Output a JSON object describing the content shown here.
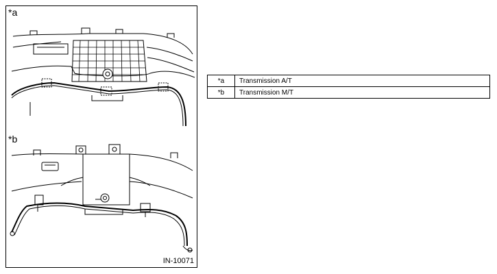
{
  "figure": {
    "callout_a": "*a",
    "callout_b": "*b",
    "figure_id": "IN-10071"
  },
  "legend": [
    {
      "key": "*a",
      "text": "Transmission A/T"
    },
    {
      "key": "*b",
      "text": "Transmission M/T"
    }
  ],
  "colors": {
    "line": "#000000",
    "background": "#ffffff"
  }
}
